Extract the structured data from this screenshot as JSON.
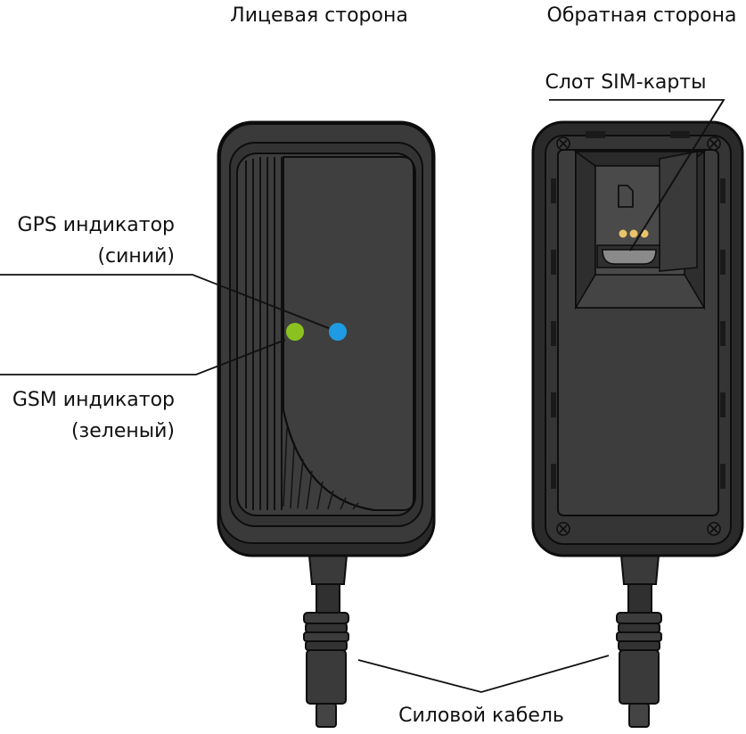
{
  "labels": {
    "front_side": "Лицевая сторона",
    "back_side": "Обратная сторона",
    "sim_slot": "Слот SIM-карты",
    "gps_line1": "GPS индикатор",
    "gps_line2": "(синий)",
    "gsm_line1": "GSM индикатор",
    "gsm_line2": "(зеленый)",
    "power_cable": "Силовой кабель"
  },
  "colors": {
    "body": "#3c3c3c",
    "body_outer": "#2a2a2a",
    "body_light": "#4a4a4a",
    "outline": "#0d0d0d",
    "gps_led": "#1e9be3",
    "gsm_led": "#8cc21f",
    "sim_pins": "#e8c36a",
    "sim_tray": "#8a8a8a"
  }
}
